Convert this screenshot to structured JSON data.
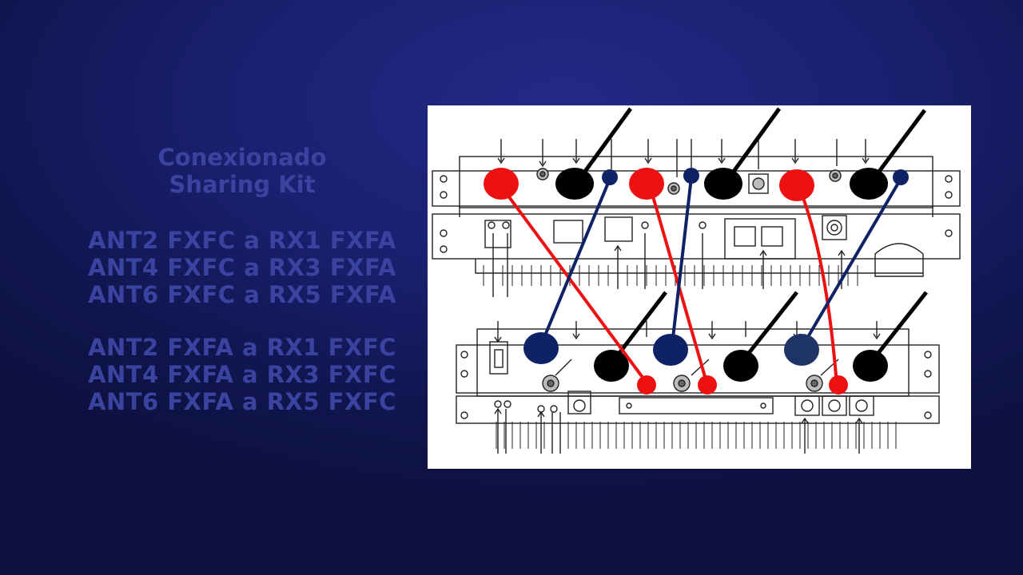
{
  "title": {
    "line1": "Conexionado",
    "line2": "Sharing Kit"
  },
  "connection_groups": [
    [
      "ANT2 FXFC a RX1 FXFA",
      "ANT4 FXFC a RX3 FXFA",
      "ANT6 FXFC a RX5 FXFA"
    ],
    [
      "ANT2 FXFA a RX1 FXFC",
      "ANT4 FXFA a RX3 FXFC",
      "ANT6 FXFA a RX5 FXFC"
    ]
  ],
  "colors": {
    "text": "#3a44a0",
    "background": "#19206e",
    "red_cable": "#ee1111",
    "blue_cable": "#0f2266",
    "black_cable": "#000000"
  }
}
